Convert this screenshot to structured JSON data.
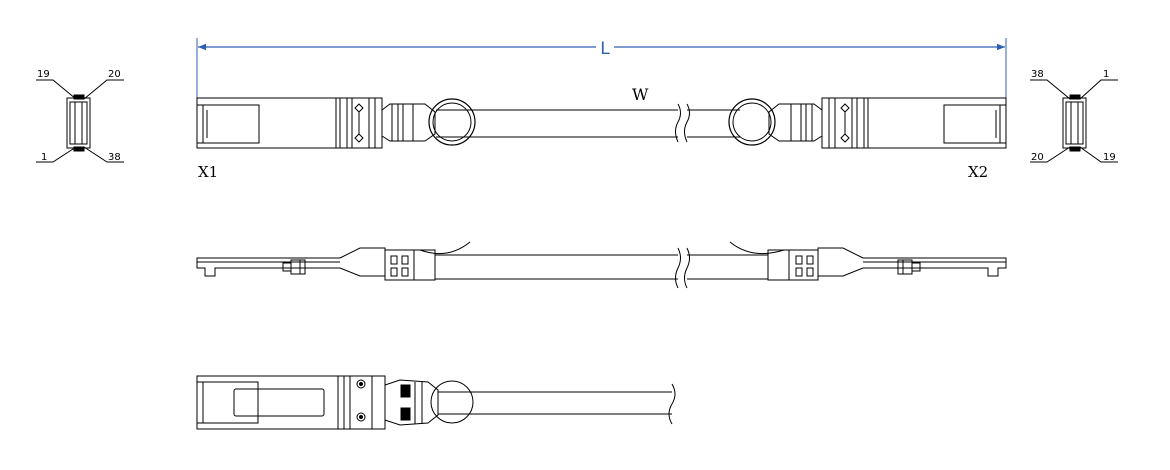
{
  "dimension": {
    "label": "L",
    "color": "#2f5fb3"
  },
  "cable": {
    "label": "W"
  },
  "ends": {
    "left": "X1",
    "right": "X2"
  },
  "pins": {
    "left_top_left": "19",
    "left_top_right": "20",
    "left_bottom_left": "1",
    "left_bottom_right": "38",
    "right_top_left": "38",
    "right_top_right": "1",
    "right_bottom_left": "20",
    "right_bottom_right": "19"
  }
}
